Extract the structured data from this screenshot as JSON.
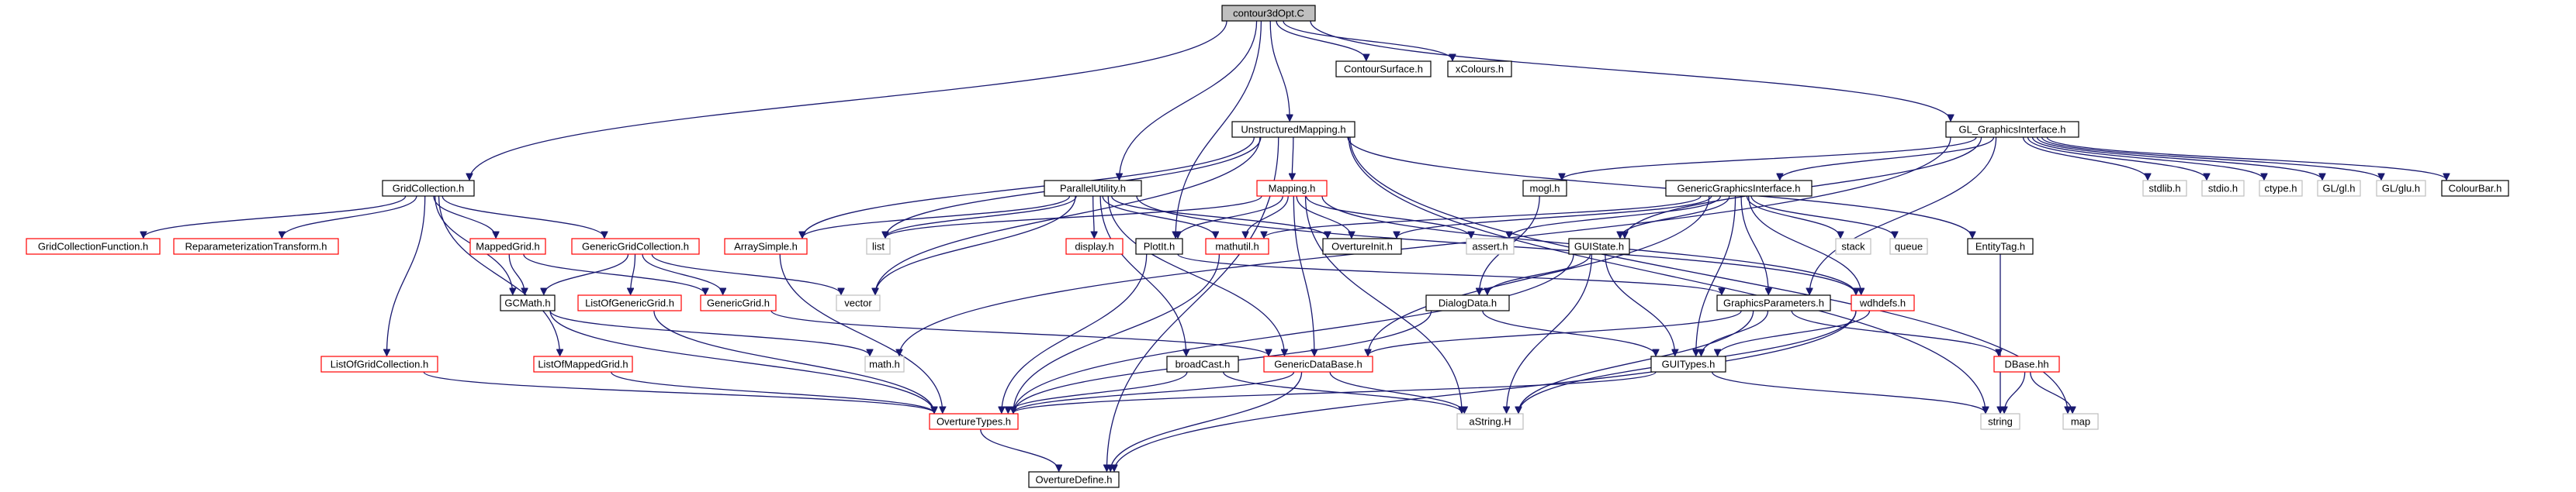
{
  "colors": {
    "edge": "#191970",
    "root_fill": "#bfbfbf",
    "border_normal": "#000000",
    "border_red": "#ff0000",
    "border_gray": "#bfbfbf",
    "node_fill": "#ffffff"
  },
  "nodes": [
    {
      "id": "contour",
      "label": "contour3dOpt.C",
      "style": "root"
    },
    {
      "id": "contsurf",
      "label": "ContourSurface.h",
      "style": "normal"
    },
    {
      "id": "xcolours",
      "label": "xColours.h",
      "style": "normal"
    },
    {
      "id": "unstructured",
      "label": "UnstructuredMapping.h",
      "style": "normal"
    },
    {
      "id": "glgi",
      "label": "GL_GraphicsInterface.h",
      "style": "normal"
    },
    {
      "id": "gridcoll",
      "label": "GridCollection.h",
      "style": "normal"
    },
    {
      "id": "parallel",
      "label": "ParallelUtility.h",
      "style": "normal"
    },
    {
      "id": "mapping",
      "label": "Mapping.h",
      "style": "red"
    },
    {
      "id": "mogl",
      "label": "mogl.h",
      "style": "normal"
    },
    {
      "id": "ggi",
      "label": "GenericGraphicsInterface.h",
      "style": "normal"
    },
    {
      "id": "stdlib",
      "label": "stdlib.h",
      "style": "gray"
    },
    {
      "id": "stdio",
      "label": "stdio.h",
      "style": "gray"
    },
    {
      "id": "ctype",
      "label": "ctype.h",
      "style": "gray"
    },
    {
      "id": "gl",
      "label": "GL/gl.h",
      "style": "gray"
    },
    {
      "id": "glu",
      "label": "GL/glu.h",
      "style": "gray"
    },
    {
      "id": "colourbar",
      "label": "ColourBar.h",
      "style": "normal"
    },
    {
      "id": "gcfunc",
      "label": "GridCollectionFunction.h",
      "style": "red"
    },
    {
      "id": "reparam",
      "label": "ReparameterizationTransform.h",
      "style": "red"
    },
    {
      "id": "mappedgrid",
      "label": "MappedGrid.h",
      "style": "red"
    },
    {
      "id": "ggc",
      "label": "GenericGridCollection.h",
      "style": "red"
    },
    {
      "id": "arraysimple",
      "label": "ArraySimple.h",
      "style": "red"
    },
    {
      "id": "list",
      "label": "list",
      "style": "gray"
    },
    {
      "id": "display",
      "label": "display.h",
      "style": "red"
    },
    {
      "id": "plotit",
      "label": "PlotIt.h",
      "style": "normal"
    },
    {
      "id": "mathutil",
      "label": "mathutil.h",
      "style": "red"
    },
    {
      "id": "overtureinit",
      "label": "OvertureInit.h",
      "style": "normal"
    },
    {
      "id": "assert",
      "label": "assert.h",
      "style": "gray"
    },
    {
      "id": "guistate",
      "label": "GUIState.h",
      "style": "normal"
    },
    {
      "id": "stack",
      "label": "stack",
      "style": "gray"
    },
    {
      "id": "queue",
      "label": "queue",
      "style": "gray"
    },
    {
      "id": "entitytag",
      "label": "EntityTag.h",
      "style": "normal"
    },
    {
      "id": "gcmath",
      "label": "GCMath.h",
      "style": "normal"
    },
    {
      "id": "listgg",
      "label": "ListOfGenericGrid.h",
      "style": "red"
    },
    {
      "id": "genericgrid",
      "label": "GenericGrid.h",
      "style": "red"
    },
    {
      "id": "vector",
      "label": "vector",
      "style": "gray"
    },
    {
      "id": "dialogdata",
      "label": "DialogData.h",
      "style": "normal"
    },
    {
      "id": "graphparams",
      "label": "GraphicsParameters.h",
      "style": "normal"
    },
    {
      "id": "wdhdefs",
      "label": "wdhdefs.h",
      "style": "red"
    },
    {
      "id": "listgc",
      "label": "ListOfGridCollection.h",
      "style": "red"
    },
    {
      "id": "listmg",
      "label": "ListOfMappedGrid.h",
      "style": "red"
    },
    {
      "id": "mathh",
      "label": "math.h",
      "style": "gray"
    },
    {
      "id": "broadcast",
      "label": "broadCast.h",
      "style": "normal"
    },
    {
      "id": "gdb",
      "label": "GenericDataBase.h",
      "style": "red"
    },
    {
      "id": "guitypes",
      "label": "GUITypes.h",
      "style": "normal"
    },
    {
      "id": "dbase",
      "label": "DBase.hh",
      "style": "red"
    },
    {
      "id": "overturetypes",
      "label": "OvertureTypes.h",
      "style": "red"
    },
    {
      "id": "astring",
      "label": "aString.H",
      "style": "gray"
    },
    {
      "id": "string",
      "label": "string",
      "style": "gray"
    },
    {
      "id": "map",
      "label": "map",
      "style": "gray"
    },
    {
      "id": "overturedefine",
      "label": "OvertureDefine.h",
      "style": "normal"
    }
  ],
  "edges": [
    [
      "contour",
      "contsurf"
    ],
    [
      "contour",
      "xcolours"
    ],
    [
      "contour",
      "unstructured"
    ],
    [
      "contour",
      "glgi"
    ],
    [
      "contour",
      "gridcoll"
    ],
    [
      "contour",
      "parallel"
    ],
    [
      "contour",
      "plotit"
    ],
    [
      "unstructured",
      "mapping"
    ],
    [
      "unstructured",
      "arraysimple"
    ],
    [
      "unstructured",
      "list"
    ],
    [
      "unstructured",
      "vector"
    ],
    [
      "unstructured",
      "overturedefine"
    ],
    [
      "unstructured",
      "entitytag"
    ],
    [
      "unstructured",
      "string"
    ],
    [
      "unstructured",
      "map"
    ],
    [
      "glgi",
      "mogl"
    ],
    [
      "glgi",
      "ggi"
    ],
    [
      "glgi",
      "stdlib"
    ],
    [
      "glgi",
      "stdio"
    ],
    [
      "glgi",
      "ctype"
    ],
    [
      "glgi",
      "gl"
    ],
    [
      "glgi",
      "glu"
    ],
    [
      "glgi",
      "colourbar"
    ],
    [
      "glgi",
      "mathh"
    ],
    [
      "glgi",
      "guistate"
    ],
    [
      "glgi",
      "graphparams"
    ],
    [
      "gridcoll",
      "gcfunc"
    ],
    [
      "gridcoll",
      "reparam"
    ],
    [
      "gridcoll",
      "mappedgrid"
    ],
    [
      "gridcoll",
      "ggc"
    ],
    [
      "gridcoll",
      "gcmath"
    ],
    [
      "gridcoll",
      "listgc"
    ],
    [
      "gridcoll",
      "listmg"
    ],
    [
      "parallel",
      "display"
    ],
    [
      "parallel",
      "mathutil"
    ],
    [
      "parallel",
      "overtureinit"
    ],
    [
      "parallel",
      "list"
    ],
    [
      "parallel",
      "arraysimple"
    ],
    [
      "parallel",
      "vector"
    ],
    [
      "parallel",
      "broadcast"
    ],
    [
      "parallel",
      "gdb"
    ],
    [
      "parallel",
      "wdhdefs"
    ],
    [
      "mapping",
      "plotit"
    ],
    [
      "mapping",
      "mathutil"
    ],
    [
      "mapping",
      "overtureinit"
    ],
    [
      "mapping",
      "assert"
    ],
    [
      "mapping",
      "list"
    ],
    [
      "mapping",
      "gdb"
    ],
    [
      "mapping",
      "astring"
    ],
    [
      "mapping",
      "wdhdefs"
    ],
    [
      "mogl",
      "dialogdata"
    ],
    [
      "ggi",
      "guistate"
    ],
    [
      "ggi",
      "graphparams"
    ],
    [
      "ggi",
      "stack"
    ],
    [
      "ggi",
      "queue"
    ],
    [
      "ggi",
      "assert"
    ],
    [
      "ggi",
      "overtureinit"
    ],
    [
      "ggi",
      "mathutil"
    ],
    [
      "ggi",
      "wdhdefs"
    ],
    [
      "ggi",
      "guitypes"
    ],
    [
      "ggi",
      "gdb"
    ],
    [
      "mappedgrid",
      "gcmath"
    ],
    [
      "mappedgrid",
      "genericgrid"
    ],
    [
      "ggc",
      "gcmath"
    ],
    [
      "ggc",
      "listgg"
    ],
    [
      "ggc",
      "genericgrid"
    ],
    [
      "ggc",
      "vector"
    ],
    [
      "arraysimple",
      "overturetypes"
    ],
    [
      "plotit",
      "graphparams"
    ],
    [
      "plotit",
      "overturetypes"
    ],
    [
      "mathutil",
      "overturetypes"
    ],
    [
      "guistate",
      "dialogdata"
    ],
    [
      "guistate",
      "guitypes"
    ],
    [
      "guistate",
      "astring"
    ],
    [
      "guistate",
      "overturetypes"
    ],
    [
      "entitytag",
      "string"
    ],
    [
      "gcmath",
      "mathh"
    ],
    [
      "gcmath",
      "overturetypes"
    ],
    [
      "listgg",
      "overturetypes"
    ],
    [
      "genericgrid",
      "gdb"
    ],
    [
      "dialogdata",
      "guitypes"
    ],
    [
      "dialogdata",
      "overturetypes"
    ],
    [
      "graphparams",
      "guitypes"
    ],
    [
      "graphparams",
      "gdb"
    ],
    [
      "graphparams",
      "dbase"
    ],
    [
      "graphparams",
      "astring"
    ],
    [
      "wdhdefs",
      "guitypes"
    ],
    [
      "wdhdefs",
      "astring"
    ],
    [
      "wdhdefs",
      "overturedefine"
    ],
    [
      "listgc",
      "overturetypes"
    ],
    [
      "listmg",
      "overturetypes"
    ],
    [
      "broadcast",
      "overturetypes"
    ],
    [
      "broadcast",
      "astring"
    ],
    [
      "gdb",
      "overturetypes"
    ],
    [
      "gdb",
      "astring"
    ],
    [
      "gdb",
      "overturedefine"
    ],
    [
      "guitypes",
      "overturetypes"
    ],
    [
      "guitypes",
      "string"
    ],
    [
      "dbase",
      "string"
    ],
    [
      "dbase",
      "map"
    ],
    [
      "overturetypes",
      "overturedefine"
    ]
  ]
}
